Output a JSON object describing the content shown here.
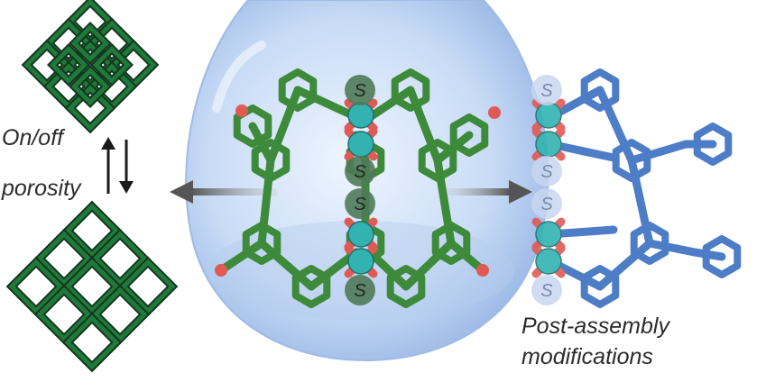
{
  "labels": {
    "on_off": "On/off",
    "porosity": "porosity",
    "post_assembly": "Post-assembly",
    "modifications": "modifications",
    "solvent_symbol": "S"
  },
  "colors": {
    "framework_green": "#1f7a3a",
    "framework_dark": "#14351f",
    "cage_green": "#3d8a3a",
    "cage_blue": "#3a6fc0",
    "metal_cyan": "#33b2b2",
    "oxygen_red": "#e05a55",
    "solvent_sphere": "#4f7a58",
    "droplet_blue": "#aac6ee",
    "arrow_gray": "#666666"
  },
  "icons": [
    "interpenetrated-framework-icon",
    "open-framework-icon",
    "reversible-arrows-icon",
    "droplet-icon",
    "cage-molecule-icon",
    "modified-cage-icon",
    "left-arrow-icon",
    "right-arrow-icon"
  ]
}
